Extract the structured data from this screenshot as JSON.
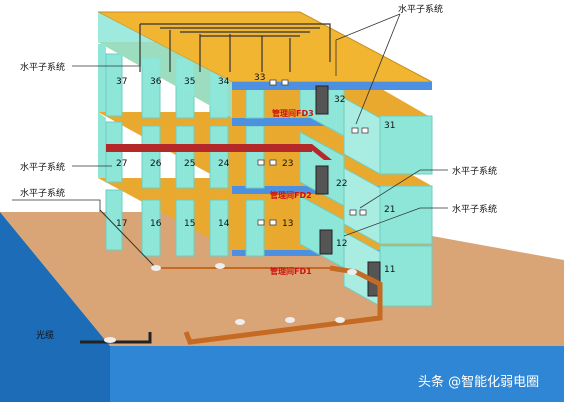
{
  "labels": {
    "horizontal_top_right": "水平子系统",
    "horizontal_left_1": "水平子系统",
    "horizontal_left_2": "水平子系统",
    "horizontal_left_3": "水平子系统",
    "horizontal_right_1": "水平子系统",
    "horizontal_right_2": "水平子系统",
    "fiber": "光缆"
  },
  "closets": {
    "fd3": "管理间FD3",
    "fd2": "管理间FD2",
    "fd1": "管理间FD1"
  },
  "floor3": {
    "rooms": [
      "37",
      "36",
      "35",
      "34",
      "33"
    ],
    "wing": [
      "32",
      "31"
    ]
  },
  "floor2": {
    "rooms": [
      "27",
      "26",
      "25",
      "24",
      "23"
    ],
    "wing": [
      "22",
      "21"
    ]
  },
  "floor1": {
    "rooms": [
      "17",
      "16",
      "15",
      "14",
      "13"
    ],
    "wing": [
      "12",
      "11"
    ]
  },
  "watermark": "头条 @智能化弱电圈",
  "colors": {
    "ground": "#d9a577",
    "floor": "#e8a92e",
    "wall": "#8ee6d8",
    "riser": "#b4282a",
    "water": "#2f86d4"
  }
}
